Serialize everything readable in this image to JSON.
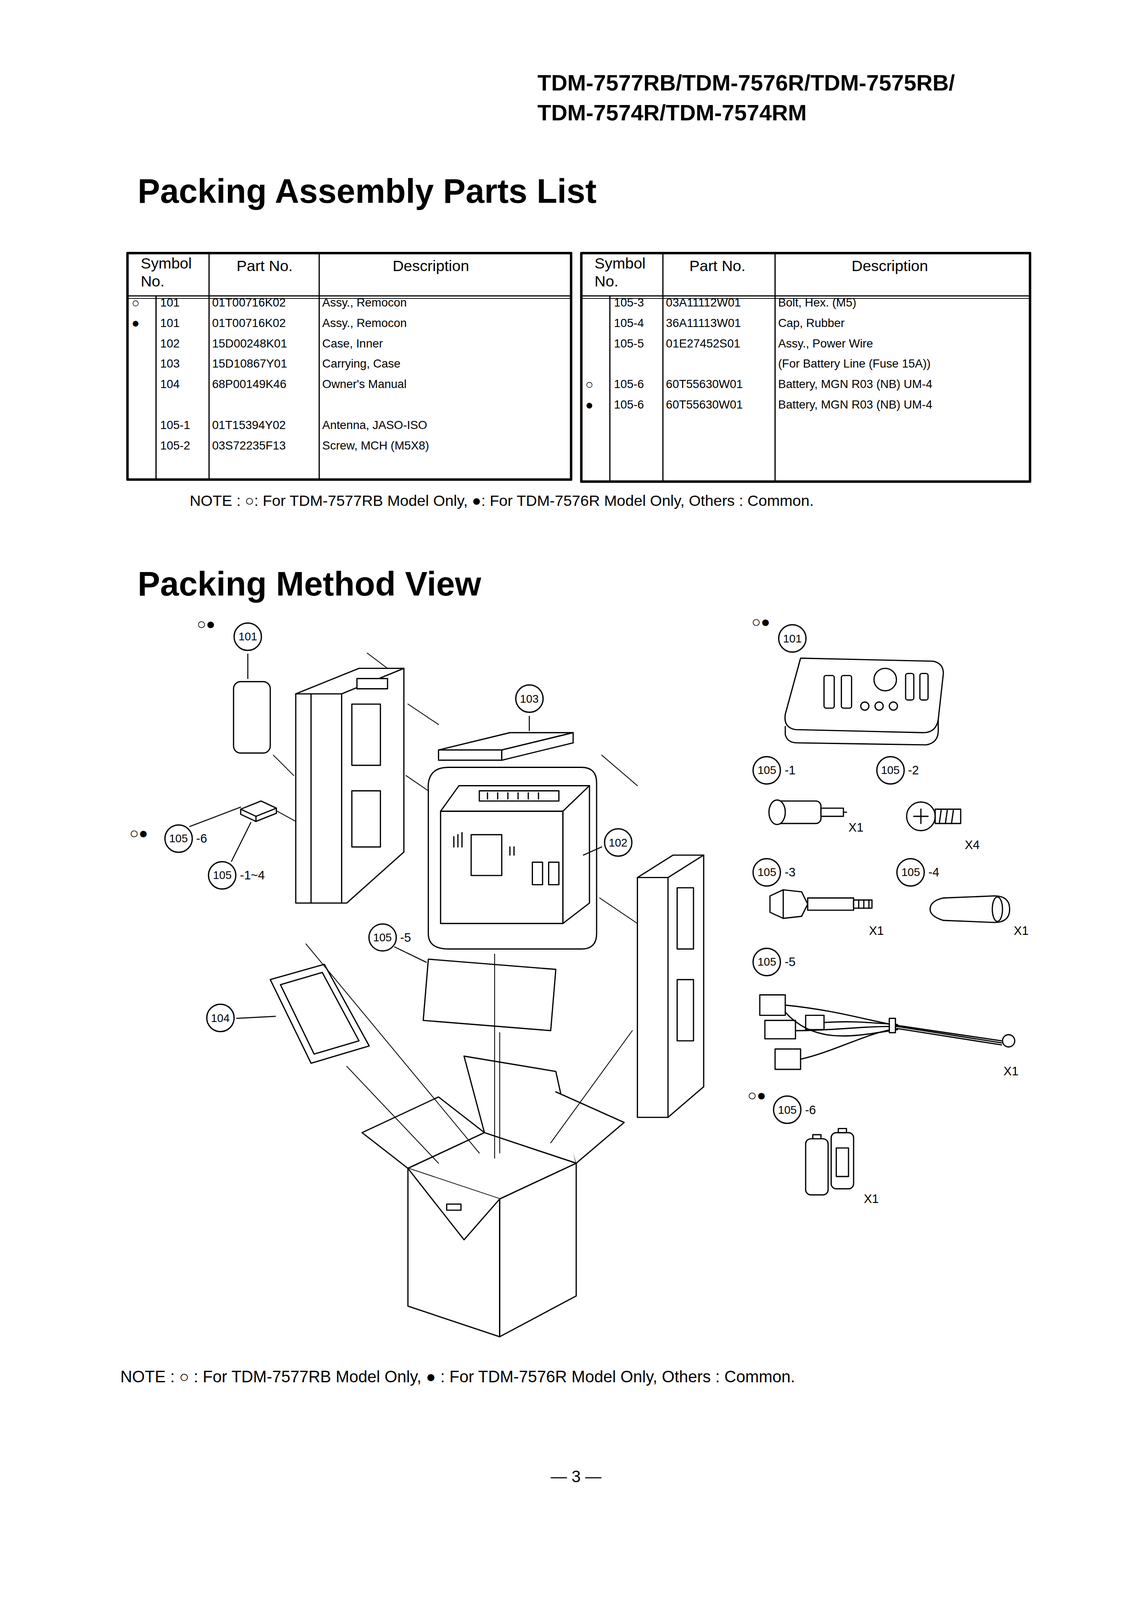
{
  "diagram": {
    "title": "Packing Assembly Parts List",
    "nodes": [
      {
        "text": [
          "101"
        ]
      },
      {
        "text": [
          "101"
        ]
      },
      {
        "text": [
          "103"
        ]
      },
      {
        "text": [
          "105",
          "-1"
        ]
      },
      {
        "text": [
          "105",
          "-2"
        ]
      },
      {
        "text": [
          "105",
          "-6"
        ]
      },
      {
        "text": [
          "102"
        ]
      },
      {
        "text": [
          "105",
          "-1~4"
        ]
      },
      {
        "text": [
          "105",
          "-3"
        ]
      },
      {
        "text": [
          "105",
          "-4"
        ]
      },
      {
        "text": [
          "105",
          "-5"
        ]
      },
      {
        "text": [
          "105",
          "-5"
        ]
      },
      {
        "text": [
          "104"
        ]
      },
      {
        "text": [
          "105",
          "-6"
        ]
      }
    ],
    "labels": [
      "TDM-7577RB/TDM-7576R/TDM-7575RB/",
      "TDM-7574R/TDM-7574RM",
      "Symbol No.",
      "Part No.",
      "Description",
      "○",
      "101",
      "01T00716K02",
      "Assy., Remocon",
      "●",
      "101",
      "01T00716K02",
      "Assy., Remocon",
      "102",
      "15D00248K01",
      "Case, Inner",
      "103",
      "15D10867Y01",
      "Carrying, Case",
      "104",
      "68P00149K46",
      "Owner's Manual",
      "105-1",
      "01T15394Y02",
      "Antenna, JASO-ISO",
      "105-2",
      "03S72235F13",
      "Screw, MCH (M5X8)",
      "Symbol No.",
      "Part No.",
      "Description",
      "105-3",
      "03A11112W01",
      "Bolt, Hex. (M5)",
      "105-4",
      "36A11113W01",
      "Cap, Rubber",
      "105-5",
      "01E27452S01",
      "Assy., Power Wire",
      "(For Battery Line (Fuse 15A))",
      "○",
      "105-6",
      "60T55630W01",
      "Battery, MGN R03 (NB) UM-4",
      "●",
      "105-6",
      "60T55630W01",
      "Battery, MGN R03 (NB) UM-4",
      "NOTE : ○: For TDM-7577RB Model Only, ●: For TDM-7576R Model Only, Others : Common.",
      "Packing Method View",
      "○●",
      "○●",
      "○●",
      "○●",
      "X1",
      "X4",
      "X1",
      "X1",
      "X1",
      "X1",
      "NOTE : ○ : For TDM-7577RB Model Only, ● : For TDM-7576R Model Only, Others : Common.",
      "— 3 —"
    ]
  }
}
